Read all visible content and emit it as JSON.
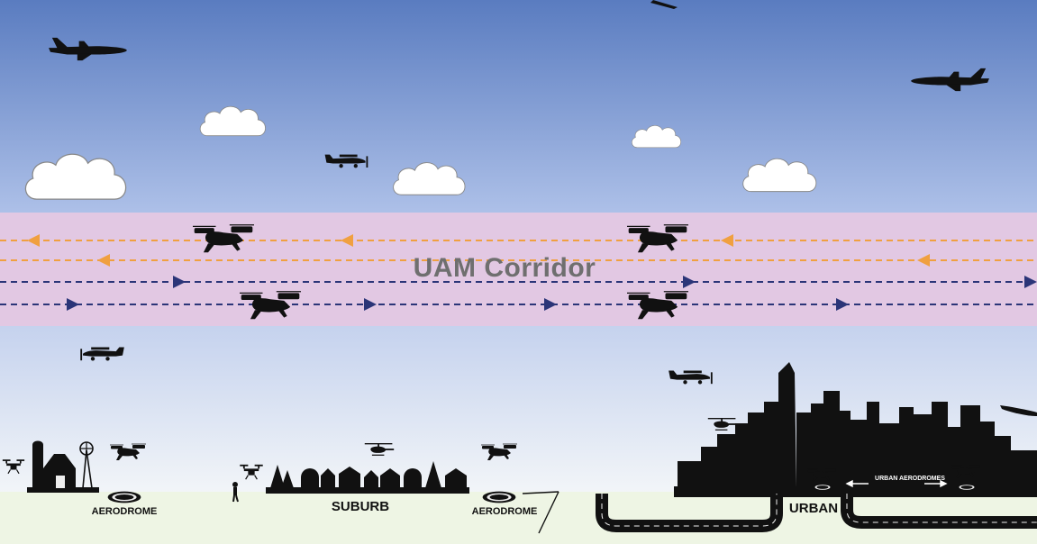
{
  "corridor": {
    "title": "UAM Corridor"
  },
  "labels": {
    "aerodrome_left": "AERODROME",
    "suburb": "SUBURB",
    "aerodrome_mid": "AERODROME",
    "urban": "URBAN",
    "urban_aerodromes": "URBAN AERODROMES"
  },
  "colors": {
    "sky_top": "#5e7fc2",
    "sky_mid": "#a9bde6",
    "corridor_band": "#e2c8e3",
    "westbound_lane": "#f0a040",
    "eastbound_lane": "#2b3578",
    "ground": "#eef5e4",
    "silhouette": "#111111"
  },
  "icons": [
    "airliner-icon",
    "small-plane-icon",
    "cloud-icon",
    "evtol-icon",
    "helicopter-icon",
    "drone-icon",
    "helipad-icon",
    "barn-icon",
    "windmill-icon",
    "person-icon",
    "skyline-icon",
    "road-icon"
  ]
}
